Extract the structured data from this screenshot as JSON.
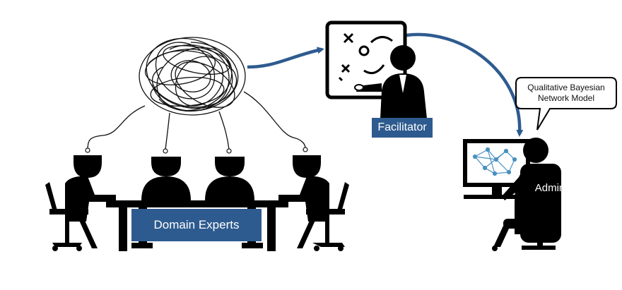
{
  "labels": {
    "domain_experts": "Domain Experts",
    "facilitator": "Facilitator",
    "admin": "Admin",
    "model_line1": "Qualitative Bayesian",
    "model_line2": "Network Model"
  },
  "colors": {
    "accent_blue": "#2e5b8f",
    "figure_black": "#000000",
    "network_blue": "#4a90c0"
  }
}
